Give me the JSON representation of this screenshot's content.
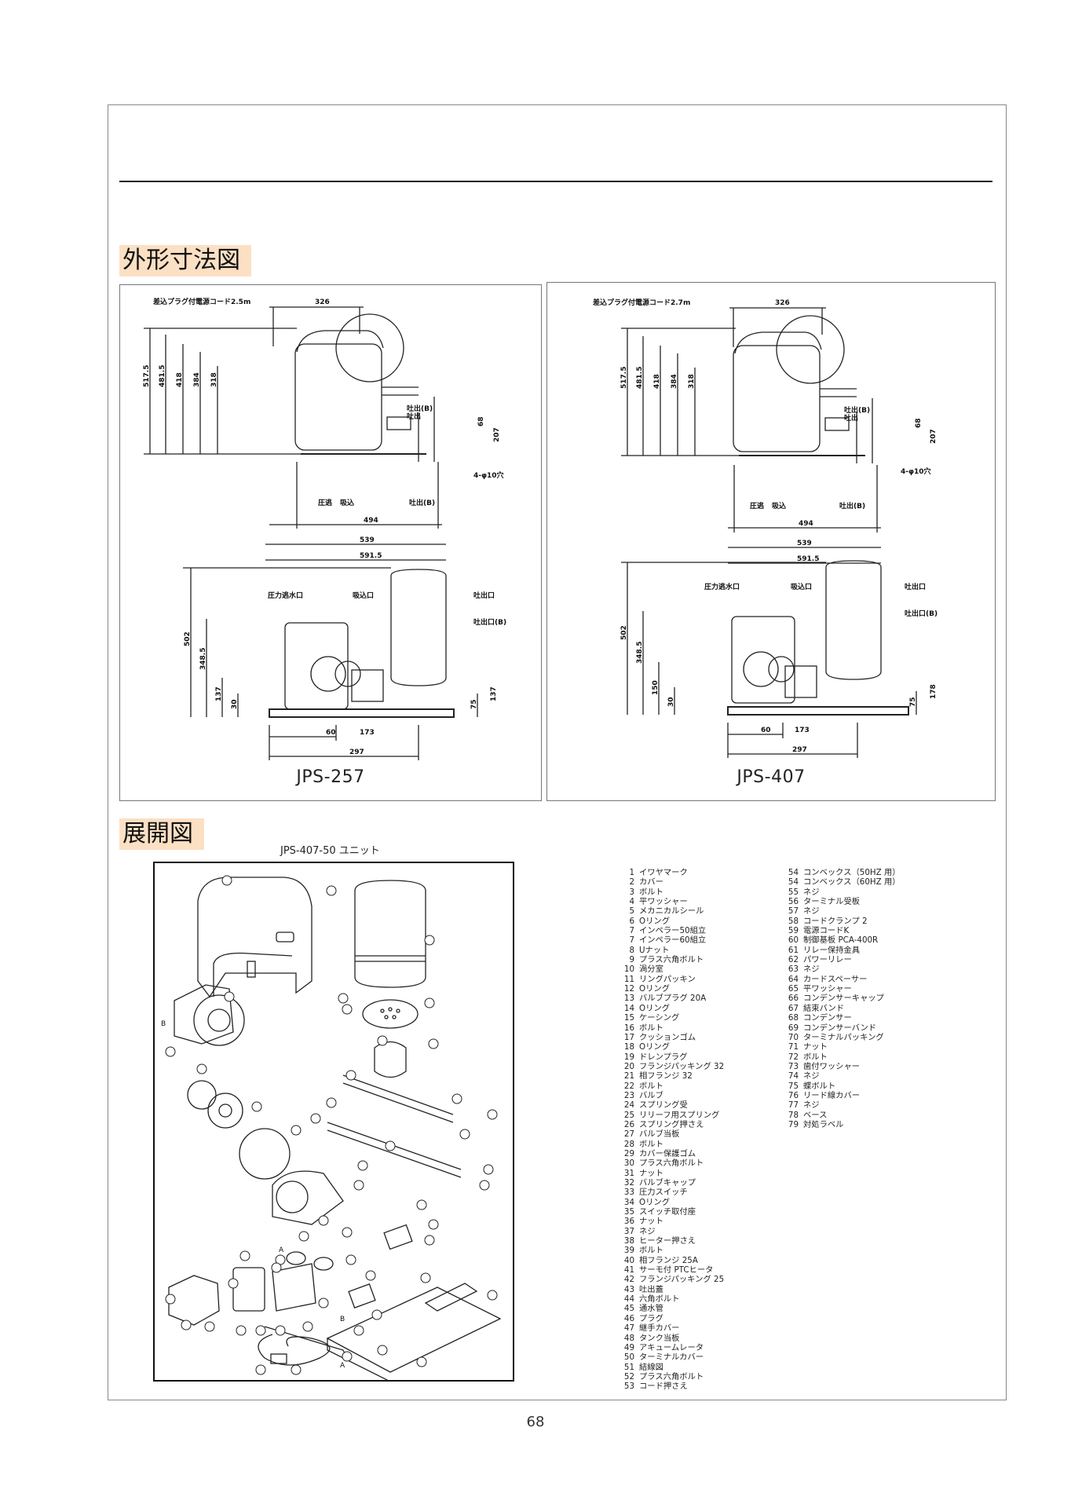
{
  "sections": {
    "dimensions_title": "外形寸法図",
    "exploded_title": "展開図"
  },
  "models": {
    "left": "JPS-257",
    "right": "JPS-407"
  },
  "left_drawing": {
    "cord_label": "差込プラグ付電源コード2.5m",
    "dims_top": [
      "326",
      "517.5",
      "481.5",
      "418",
      "384",
      "318",
      "68",
      "207",
      "494",
      "539",
      "591.5"
    ],
    "port_labels": [
      "吐出",
      "吐出(B)",
      "圧逃",
      "吸込",
      "吐出(B)"
    ],
    "hole": "4-φ10穴",
    "side_labels": [
      "圧力逃水口",
      "吸込口",
      "吐出口",
      "吐出口(B)"
    ],
    "dims_side": [
      "502",
      "348.5",
      "137",
      "30",
      "75",
      "137",
      "60",
      "173",
      "297"
    ]
  },
  "right_drawing": {
    "cord_label": "差込プラグ付電源コード2.7m",
    "dims_top": [
      "326",
      "517.5",
      "481.5",
      "418",
      "384",
      "318",
      "68",
      "207",
      "494",
      "539",
      "591.5"
    ],
    "port_labels": [
      "吐出",
      "吐出(B)",
      "圧逃",
      "吸込",
      "吐出(B)"
    ],
    "hole": "4-φ10穴",
    "side_labels": [
      "圧力逃水口",
      "吸込口",
      "吐出口",
      "吐出口(B)"
    ],
    "dims_side": [
      "502",
      "348.5",
      "150",
      "30",
      "75",
      "178",
      "60",
      "173",
      "297"
    ]
  },
  "exploded": {
    "unit_title": "JPS-407-50 ユニット",
    "markers": [
      "A",
      "B"
    ]
  },
  "parts_col1": [
    {
      "n": "1",
      "t": "イワヤマーク"
    },
    {
      "n": "2",
      "t": "カバー"
    },
    {
      "n": "3",
      "t": "ボルト"
    },
    {
      "n": "4",
      "t": "平ワッシャー"
    },
    {
      "n": "5",
      "t": "メカニカルシール"
    },
    {
      "n": "6",
      "t": "Oリング"
    },
    {
      "n": "7",
      "t": "インペラー50組立"
    },
    {
      "n": "7",
      "t": "インペラー60組立"
    },
    {
      "n": "8",
      "t": "Uナット"
    },
    {
      "n": "9",
      "t": "プラス六角ボルト"
    },
    {
      "n": "10",
      "t": "渦分室"
    },
    {
      "n": "11",
      "t": "リングパッキン"
    },
    {
      "n": "12",
      "t": "Oリング"
    },
    {
      "n": "13",
      "t": "バルブプラグ 20A"
    },
    {
      "n": "14",
      "t": "Oリング"
    },
    {
      "n": "15",
      "t": "ケーシング"
    },
    {
      "n": "16",
      "t": "ボルト"
    },
    {
      "n": "17",
      "t": "クッションゴム"
    },
    {
      "n": "18",
      "t": "Oリング"
    },
    {
      "n": "19",
      "t": "ドレンプラグ"
    },
    {
      "n": "20",
      "t": "フランジパッキング 32"
    },
    {
      "n": "21",
      "t": "相フランジ 32"
    },
    {
      "n": "22",
      "t": "ボルト"
    },
    {
      "n": "23",
      "t": "バルブ"
    },
    {
      "n": "24",
      "t": "スプリング受"
    },
    {
      "n": "25",
      "t": "リリーフ用スプリング"
    },
    {
      "n": "26",
      "t": "スプリング押さえ"
    },
    {
      "n": "27",
      "t": "バルブ当板"
    },
    {
      "n": "28",
      "t": "ボルト"
    },
    {
      "n": "29",
      "t": "カバー保護ゴム"
    },
    {
      "n": "30",
      "t": "プラス六角ボルト"
    },
    {
      "n": "31",
      "t": "ナット"
    },
    {
      "n": "32",
      "t": "バルブキャップ"
    },
    {
      "n": "33",
      "t": "圧力スイッチ"
    },
    {
      "n": "34",
      "t": "Oリング"
    },
    {
      "n": "35",
      "t": "スイッチ取付座"
    },
    {
      "n": "36",
      "t": "ナット"
    },
    {
      "n": "37",
      "t": "ネジ"
    },
    {
      "n": "38",
      "t": "ヒーター押さえ"
    },
    {
      "n": "39",
      "t": "ボルト"
    },
    {
      "n": "40",
      "t": "相フランジ 25A"
    },
    {
      "n": "41",
      "t": "サーモ付 PTCヒータ"
    },
    {
      "n": "42",
      "t": "フランジパッキング 25"
    },
    {
      "n": "43",
      "t": "吐出蓋"
    },
    {
      "n": "44",
      "t": "六角ボルト"
    },
    {
      "n": "45",
      "t": "通水管"
    },
    {
      "n": "46",
      "t": "プラグ"
    },
    {
      "n": "47",
      "t": "継手カバー"
    },
    {
      "n": "48",
      "t": "タンク当板"
    },
    {
      "n": "49",
      "t": "アキュームレータ"
    },
    {
      "n": "50",
      "t": "ターミナルカバー"
    },
    {
      "n": "51",
      "t": "結線図"
    },
    {
      "n": "52",
      "t": "プラス六角ボルト"
    },
    {
      "n": "53",
      "t": "コード押さえ"
    }
  ],
  "parts_col2": [
    {
      "n": "54",
      "t": "コンベックス（50HZ 用）"
    },
    {
      "n": "54",
      "t": "コンベックス（60HZ 用）"
    },
    {
      "n": "55",
      "t": "ネジ"
    },
    {
      "n": "56",
      "t": "ターミナル受板"
    },
    {
      "n": "57",
      "t": "ネジ"
    },
    {
      "n": "58",
      "t": "コードクランプ 2"
    },
    {
      "n": "59",
      "t": "電源コードK"
    },
    {
      "n": "60",
      "t": "制御基板 PCA-400R"
    },
    {
      "n": "61",
      "t": "リレー保持金具"
    },
    {
      "n": "62",
      "t": "パワーリレー"
    },
    {
      "n": "63",
      "t": "ネジ"
    },
    {
      "n": "64",
      "t": "カードスペーサー"
    },
    {
      "n": "65",
      "t": "平ワッシャー"
    },
    {
      "n": "66",
      "t": "コンデンサーキャップ"
    },
    {
      "n": "67",
      "t": "結束バンド"
    },
    {
      "n": "68",
      "t": "コンデンサー"
    },
    {
      "n": "69",
      "t": "コンデンサーバンド"
    },
    {
      "n": "70",
      "t": "ターミナルパッキング"
    },
    {
      "n": "71",
      "t": "ナット"
    },
    {
      "n": "72",
      "t": "ボルト"
    },
    {
      "n": "73",
      "t": "歯付ワッシャー"
    },
    {
      "n": "74",
      "t": "ネジ"
    },
    {
      "n": "75",
      "t": "蝶ボルト"
    },
    {
      "n": "76",
      "t": "リード線カバー"
    },
    {
      "n": "77",
      "t": "ネジ"
    },
    {
      "n": "78",
      "t": "ベース"
    },
    {
      "n": "79",
      "t": "対処ラベル"
    }
  ],
  "page_number": "68"
}
